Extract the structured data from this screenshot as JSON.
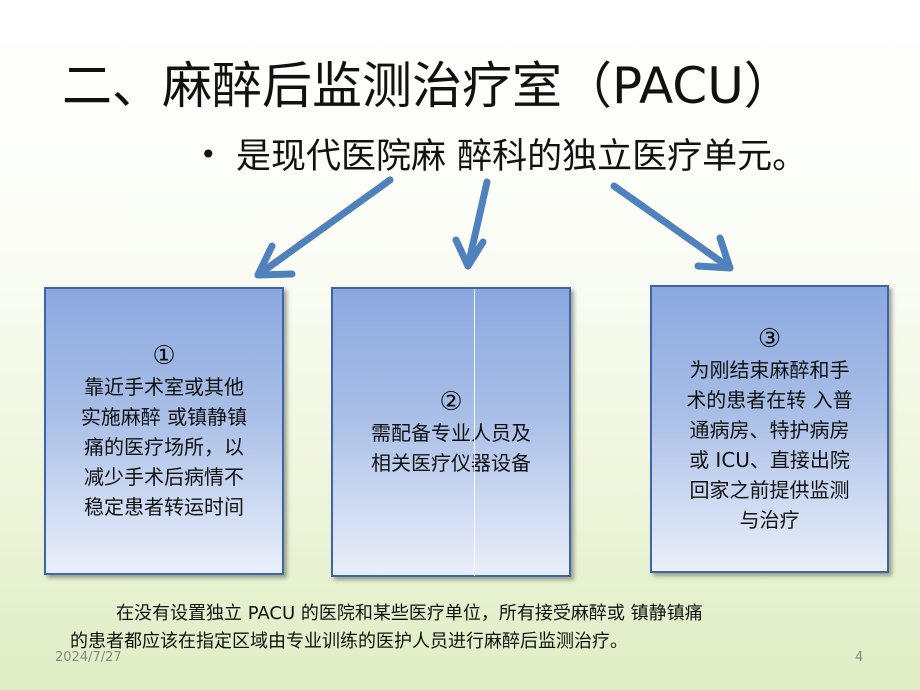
{
  "slide": {
    "title": "二、麻醉后监测治疗室（PACU）",
    "bullet_symbol": "•",
    "bullet_text": "是现代医院麻  醉科的独立医疗单元。"
  },
  "boxes": [
    {
      "number": "①",
      "lines": [
        "靠近手术室或其他",
        "实施麻醉 或镇静镇",
        "痛的医疗场所，以",
        "减少手术后病情不",
        "稳定患者转运时间"
      ]
    },
    {
      "number": "②",
      "lines": [
        "需配备专业人员及",
        "相关医疗仪器设备"
      ]
    },
    {
      "number": "③",
      "lines": [
        "为刚结束麻醉和手",
        "术的患者在转 入普",
        "通病房、特护病房",
        "或 ICU、直接出院",
        "回家之前提供监测",
        "与治疗"
      ]
    }
  ],
  "note": {
    "line1": "在没有设置独立 PACU 的医院和某些医疗单位，所有接受麻醉或 镇静镇痛",
    "line2": "的患者都应该在指定区域由专业训练的医护人员进行麻醉后监测治疗。"
  },
  "footer": {
    "date": "2024/7/27",
    "page_number": "4"
  },
  "colors": {
    "arrow": "#4f81bd",
    "box_border": "#3f64a8",
    "box_fill_top": "#8ba8df"
  }
}
